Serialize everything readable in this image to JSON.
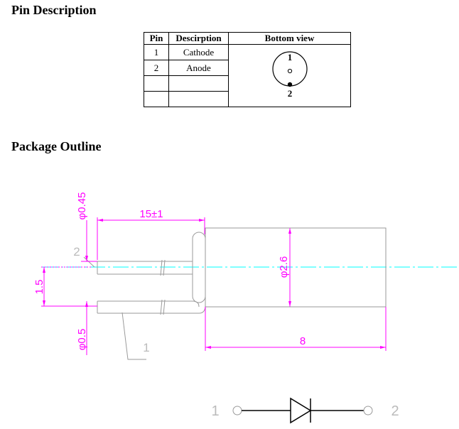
{
  "sections": {
    "pin_description": "Pin Description",
    "package_outline": "Package Outline"
  },
  "pin_table": {
    "headers": [
      "Pin",
      "Descirption",
      "Bottom view"
    ],
    "rows": [
      {
        "pin": "1",
        "desc": "Cathode"
      },
      {
        "pin": "2",
        "desc": "Anode"
      },
      {
        "pin": "",
        "desc": ""
      },
      {
        "pin": "",
        "desc": ""
      }
    ],
    "bottom_view": {
      "pin_top": "1",
      "pin_bottom": "2"
    }
  },
  "outline": {
    "dim_lead_dia_top": "φ0.45",
    "dim_lead_length": "15±1",
    "dim_body_dia": "φ2.6",
    "dim_pitch": "1.5",
    "dim_lead_dia_bottom": "φ0.5",
    "dim_body_length": "8",
    "lead_label_top": "2",
    "lead_label_bottom": "1"
  },
  "schematic": {
    "pin_left": "1",
    "pin_right": "2"
  },
  "colors": {
    "dimension": "#ff00ff",
    "outline": "#9a9a9a",
    "centerline": "#00ffff"
  }
}
